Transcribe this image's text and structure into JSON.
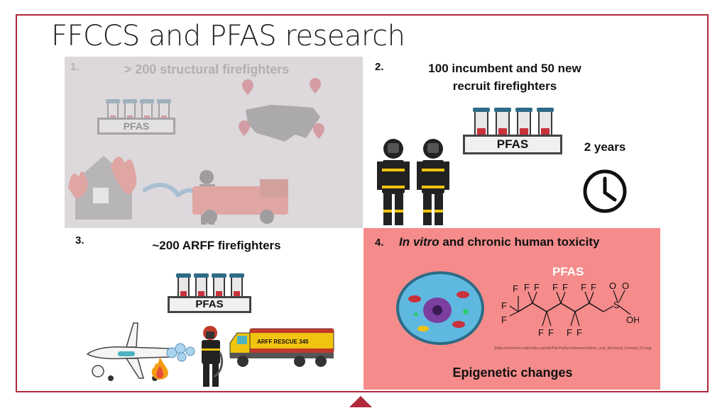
{
  "slide": {
    "title": "FFCCS and PFAS research"
  },
  "panel1": {
    "number": "1.",
    "label": "> 200 structural firefighters",
    "pfas_tag": "PFAS"
  },
  "panel2": {
    "number": "2.",
    "label_line1": "100 incumbent and 50 new",
    "label_line2": "recruit firefighters",
    "pfas_tag": "PFAS",
    "duration": "2 years"
  },
  "panel3": {
    "number": "3.",
    "label": "~200 ARFF firefighters",
    "pfas_tag": "PFAS",
    "truck_text": "ARFF RESCUE 345"
  },
  "panel4": {
    "number": "4.",
    "label_italic": "In vitro",
    "label_rest": " and chronic human toxicity",
    "molecule_title": "PFAS",
    "citation": "[https://commons.wikimedia.org/wiki/File:Perfluorohexanesulfonic_acid_Structural_Formula_V1.svg]",
    "footer": "Epigenetic changes",
    "atoms": {
      "F": "F",
      "S": "S",
      "O": "O",
      "OH": "OH"
    }
  },
  "colors": {
    "frame": "#b0283a",
    "panel4_bg": "#f58b8b",
    "panel1_bg": "#dcd8dc",
    "cap": "#2d6b86",
    "blood": "#c8323c"
  }
}
